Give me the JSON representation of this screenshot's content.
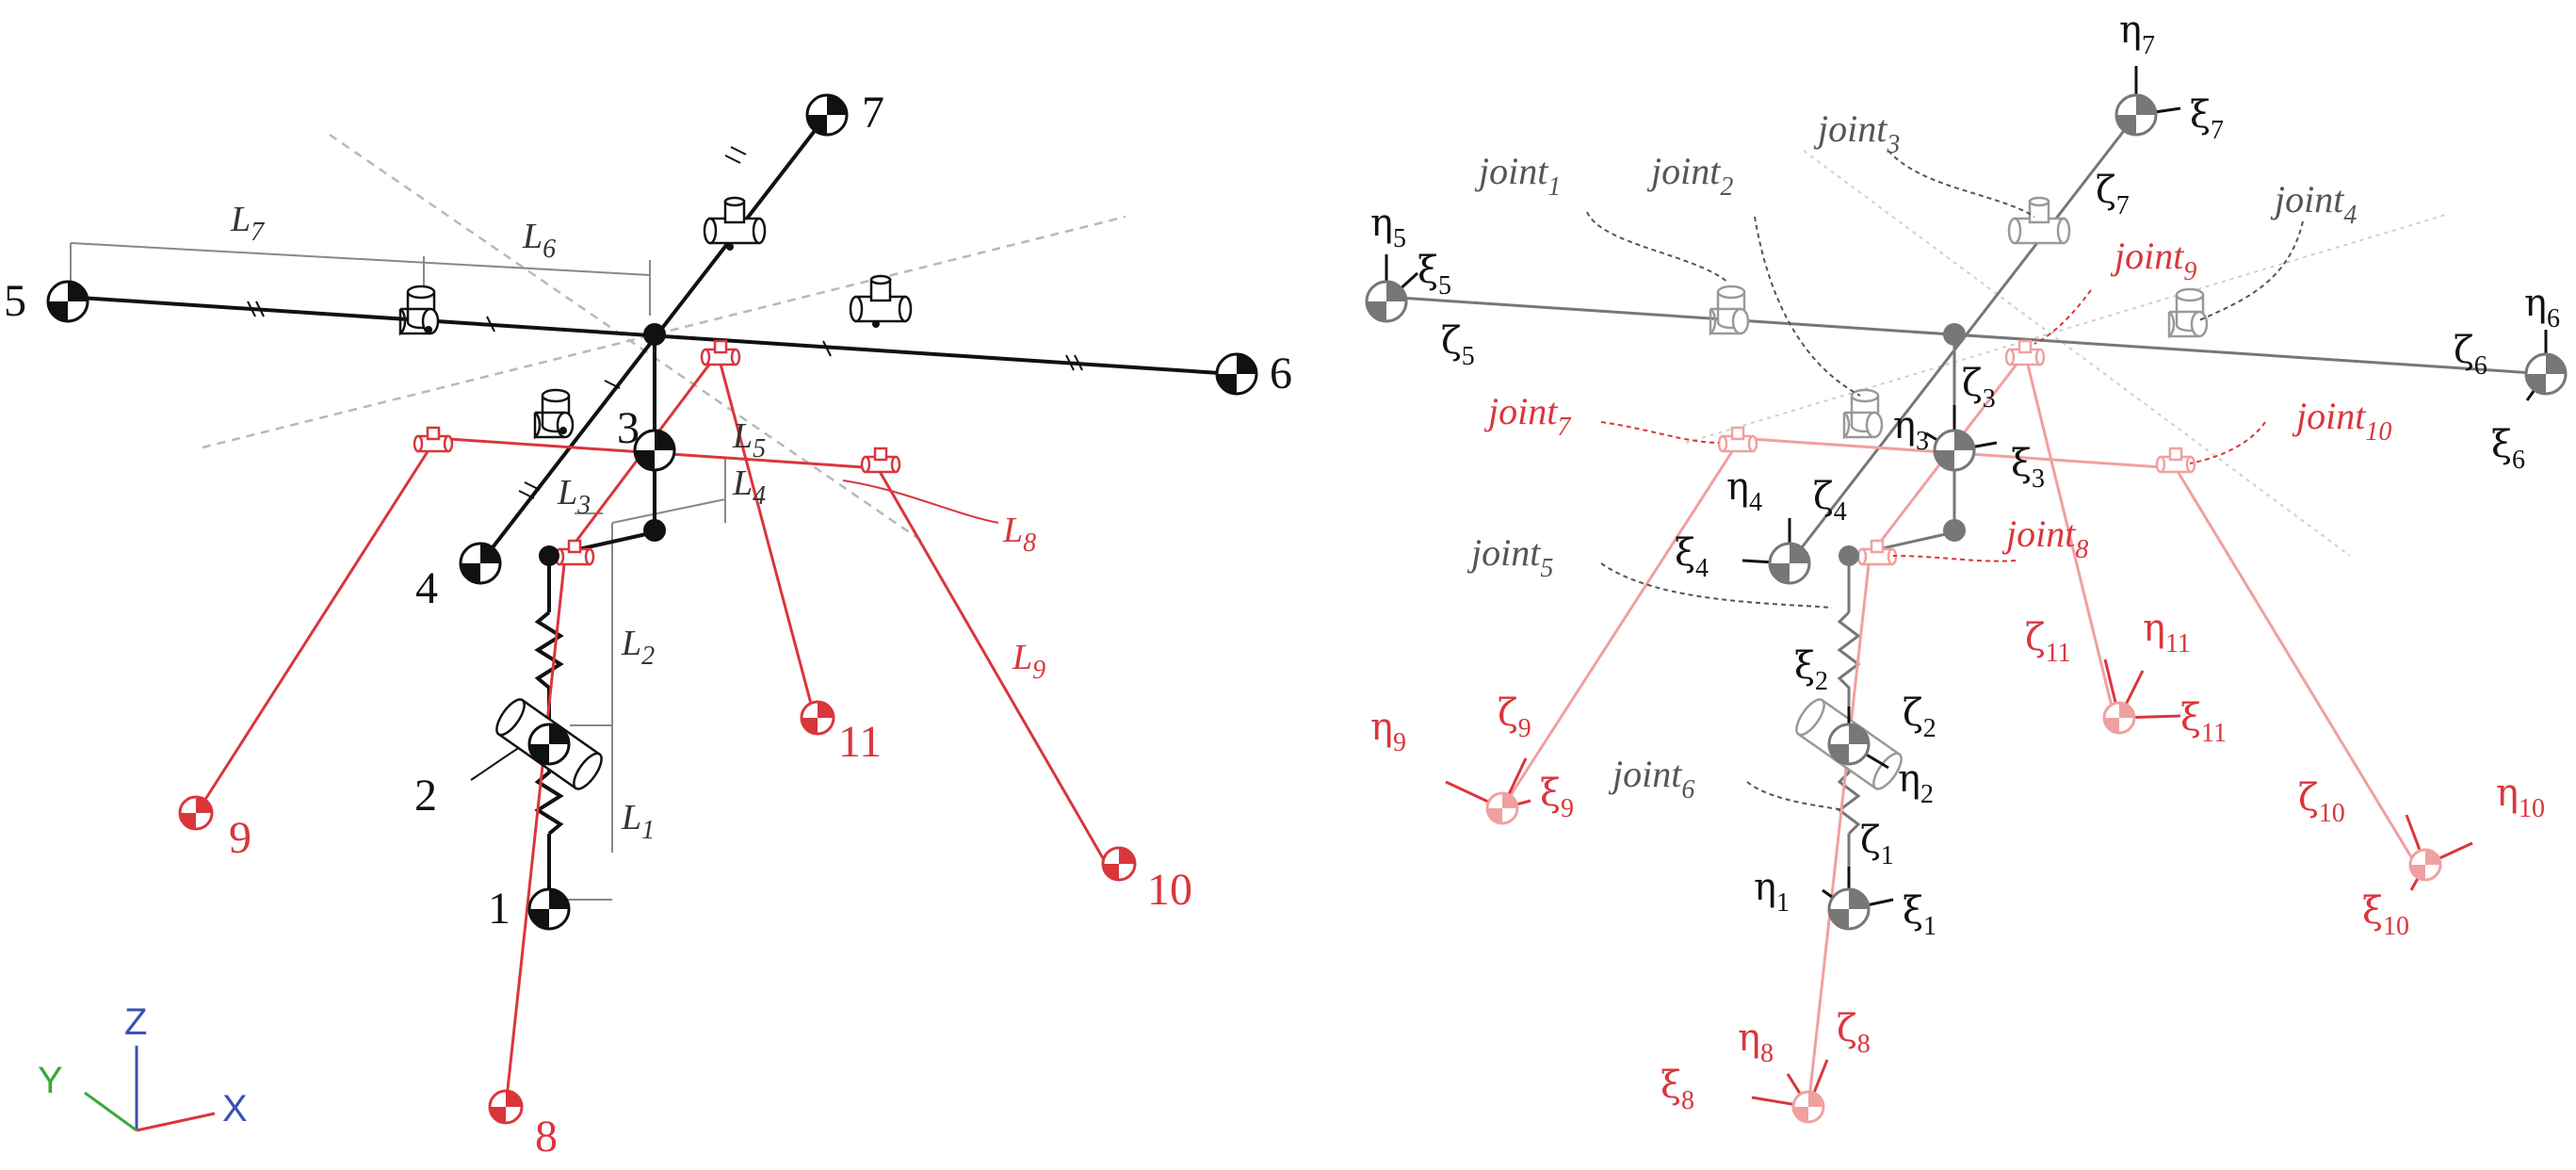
{
  "colors": {
    "black": "#111111",
    "gray": "#777777",
    "red": "#d9363c",
    "lightred": "#f0a0a0",
    "dash": "#b8b8b8",
    "x_axis": "#3a52b5",
    "y_axis": "#3aa83a",
    "z_axis": "#3a52b5"
  },
  "left": {
    "nodes": [
      "1",
      "2",
      "3",
      "4",
      "5",
      "6",
      "7",
      "8",
      "9",
      "10",
      "11"
    ],
    "lengths": [
      "L1",
      "L2",
      "L3",
      "L4",
      "L5",
      "L6",
      "L7",
      "L8",
      "L9"
    ]
  },
  "axes": {
    "x": "X",
    "y": "Y",
    "z": "Z"
  },
  "right": {
    "joints": [
      "joint1",
      "joint2",
      "joint3",
      "joint4",
      "joint5",
      "joint6",
      "joint7",
      "joint8",
      "joint9",
      "joint10"
    ],
    "frames": {
      "f1": {
        "zeta": "ζ1",
        "eta": "η1",
        "xi": "ξ1"
      },
      "f2": {
        "zeta": "ζ2",
        "eta": "η2",
        "xi": "ξ2"
      },
      "f3": {
        "zeta": "ζ3",
        "eta": "η3",
        "xi": "ξ3"
      },
      "f4": {
        "zeta": "ζ4",
        "eta": "η4",
        "xi": "ξ4"
      },
      "f5": {
        "zeta": "ζ5",
        "eta": "η5",
        "xi": "ξ5"
      },
      "f6": {
        "zeta": "ζ6",
        "eta": "η6",
        "xi": "ξ6"
      },
      "f7": {
        "zeta": "ζ7",
        "eta": "η7",
        "xi": "ξ7"
      },
      "f8": {
        "zeta": "ζ8",
        "eta": "η8",
        "xi": "ξ8"
      },
      "f9": {
        "zeta": "ζ9",
        "eta": "η9",
        "xi": "ξ9"
      },
      "f10": {
        "zeta": "ζ10",
        "eta": "η10",
        "xi": "ξ10"
      },
      "f11": {
        "zeta": "ζ11",
        "eta": "η11",
        "xi": "ξ11"
      }
    }
  }
}
